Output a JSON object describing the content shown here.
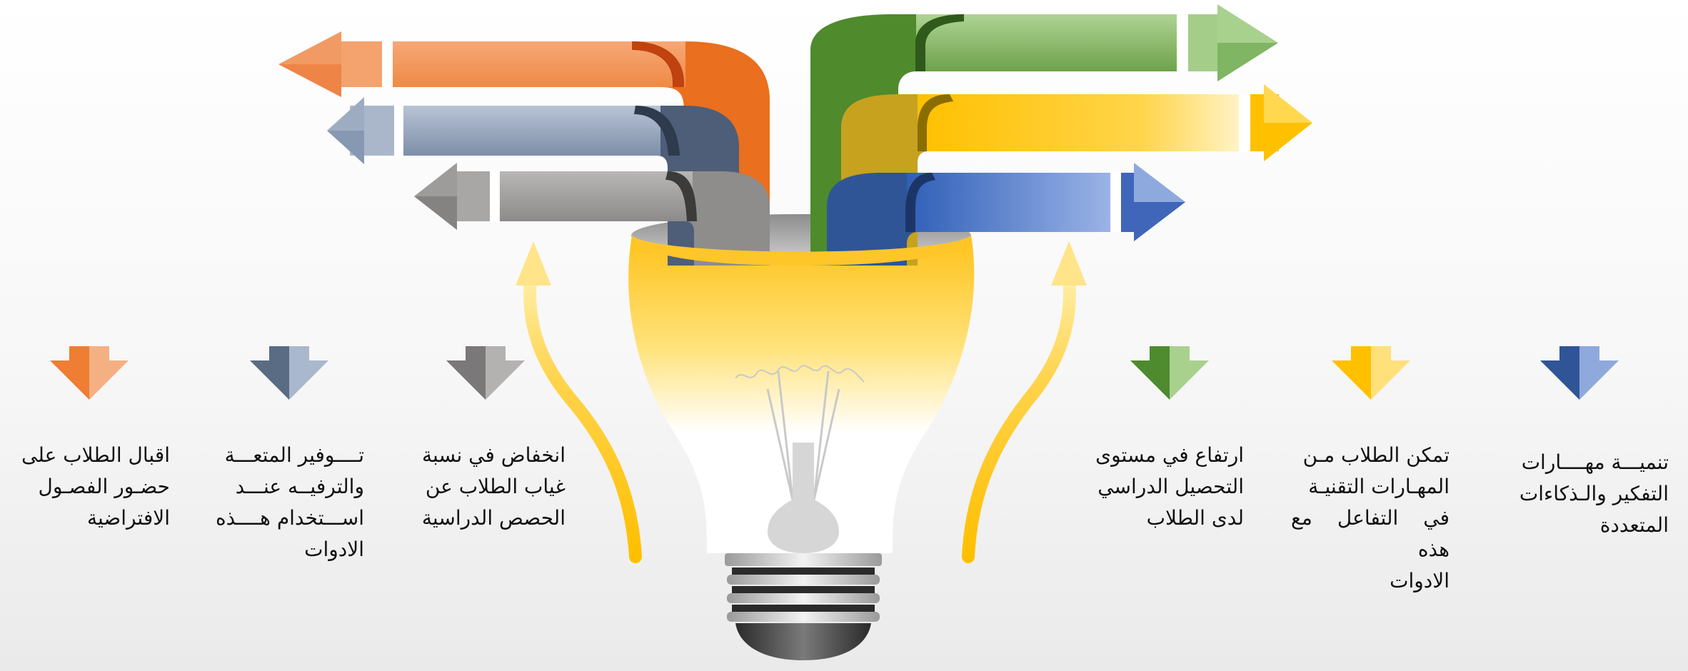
{
  "colors": {
    "orange": "#ef7d33",
    "orange_light": "#f4b083",
    "slate": "#5a6b84",
    "slate_light": "#a9b8cc",
    "gray": "#7a7878",
    "gray_light": "#b4b1b1",
    "green": "#4e8a2e",
    "green_light": "#a9d18e",
    "yellow": "#ffc000",
    "yellow_light": "#ffe07a",
    "blue": "#2f5597",
    "blue_light": "#8fa9dc",
    "bulb_top": "#ffc62a",
    "arrow_gold": "#ffc000"
  },
  "icons": [
    "lightbulb-icon",
    "curved-up-arrow-icon",
    "down-arrow-icon",
    "pipe-arrow-icon"
  ],
  "items": [
    {
      "color": "orange",
      "text": "اقبال الطلاب على\nحضـور الفصـول\nالافتراضية"
    },
    {
      "color": "slate",
      "text": "تــــوفير المتعـــة\nوالترفيــه عنـــد\nاســـتخدام هــــذه\nالادوات"
    },
    {
      "color": "gray",
      "text": "انخفاض في نسبة\nغياب الطلاب عن\nالحصص الدراسية"
    },
    {
      "color": "green",
      "text": "ارتفاع في مستوى\nالتحصيل الدراسي\nلدى الطلاب"
    },
    {
      "color": "yellow",
      "text": "تمكن الطلاب مـن\nالمهـارات التقنيـة\nفي التفاعل مع هذه\nالادوات"
    },
    {
      "color": "blue",
      "text": "تنميـــة مهــــارات\nالتفكير والـذكاءات\nالمتعددة"
    }
  ]
}
